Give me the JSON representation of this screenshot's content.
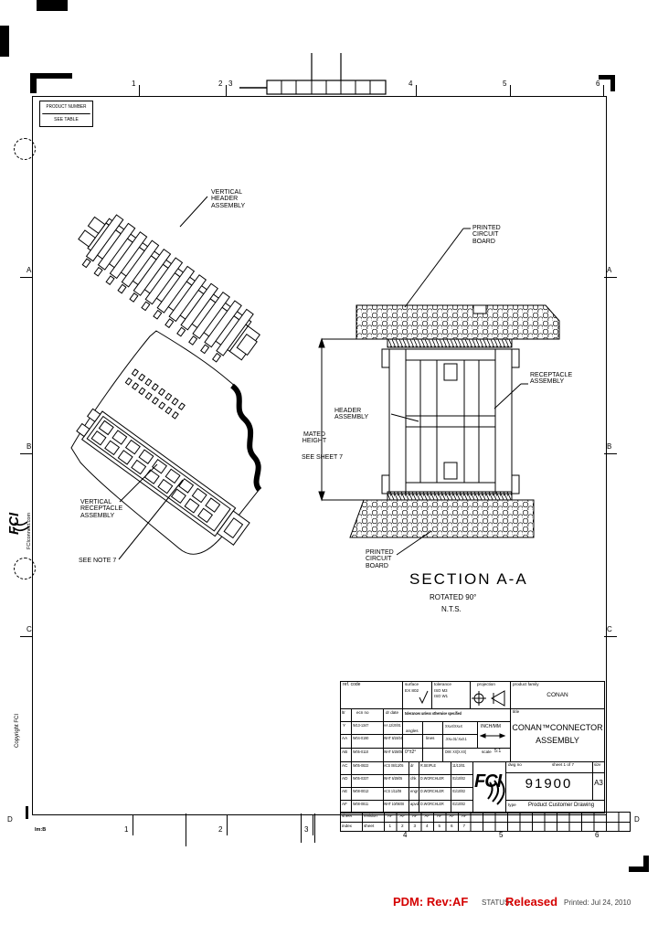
{
  "product_box": {
    "label": "PRODUCT NUMBER",
    "value": "SEE TABLE"
  },
  "rulers": {
    "top": [
      "1",
      "2",
      "3",
      "4",
      "5",
      "6"
    ],
    "bottom": [
      "1",
      "2",
      "3",
      "4",
      "5",
      "6"
    ],
    "left": [
      "A",
      "B",
      "C",
      "D"
    ],
    "right": [
      "A",
      "B",
      "C",
      "D"
    ],
    "form_code": "Im:B"
  },
  "margin": {
    "logo_text": "FCI",
    "site": "FCIconnect.com",
    "copyright": "Copyright FCI"
  },
  "labels": {
    "vertical_header": [
      "VERTICAL",
      "HEADER",
      "ASSEMBLY"
    ],
    "vertical_receptacle": [
      "VERTICAL",
      "RECEPTACLE",
      "ASSEMBLY"
    ],
    "see_note": "SEE NOTE 7",
    "pcb_top": [
      "PRINTED",
      "CIRCUIT",
      "BOARD"
    ],
    "pcb_bottom": [
      "PRINTED",
      "CIRCUIT",
      "BOARD"
    ],
    "header_assembly": [
      "HEADER",
      "ASSEMBLY"
    ],
    "receptacle_assembly": [
      "RECEPTACLE",
      "ASSEMBLY"
    ],
    "mated_height": [
      "MATED",
      "HEIGHT"
    ],
    "see_sheet": "SEE SHEET 7",
    "section_title": "SECTION A-A",
    "section_rotated": "ROTATED 90°",
    "section_nts": "N.T.S."
  },
  "title_block": {
    "ref_code_label": "ref. code",
    "surface_label": "surface",
    "surface_value": "EX 802",
    "tolerance_label": "tolerance",
    "tolerance_line1": "ISO M3",
    "tolerance_line2": "ISO W1",
    "projection_label": "projection",
    "product_family_label": "product family",
    "product_family": "CONAN",
    "title_label": "title",
    "title_line1": "CONAN™CONNECTOR",
    "title_line2": "ASSEMBLY",
    "ltr_label": "ltr",
    "ecn_label": "ecn no",
    "dr_date_label": "dr  date",
    "tol_banner": "tolerances unless otherwise specified",
    "angles_label": "angles",
    "lines_label": "lines",
    "tol_value1": "XX±X/XX±X",
    "tol_units": "INCH/MM",
    "tol_value2": ".XX±.01/.X±0.1",
    "dim_value": "DIM: XX[X.XX]",
    "scale_label": "scale",
    "scale_value": "5:1",
    "angle_tol": "0°±2°",
    "revisions_upper": [
      {
        "ltr": "Y",
        "ecn": "W13-1347",
        "by": "AA 12/20/01"
      },
      {
        "ltr": "AA",
        "ecn": "W04-0190",
        "by": "WHT 8/24/04"
      },
      {
        "ltr": "AB",
        "ecn": "W05-0110",
        "by": "WHT 5/28/05"
      }
    ],
    "revisions_lower": [
      {
        "ltr": "AC",
        "ecn": "W05-0822",
        "by": "ACS 08/12/05",
        "role": "dr",
        "name": "R.SEIPLE",
        "date": "11/13/01"
      },
      {
        "ltr": "AD",
        "ecn": "W05-0337",
        "by": "WHT 6/28/05",
        "role": "chk",
        "name": "D.WORCHLER",
        "date": "01/10/02"
      },
      {
        "ltr": "AE",
        "ecn": "W08-0012",
        "by": "ACS 1/11/08",
        "role": "engr",
        "name": "D.WORCHLER",
        "date": "01/10/02"
      },
      {
        "ltr": "AF",
        "ecn": "W08-0811",
        "by": "WHT 10/06/08",
        "role": "apvd",
        "name": "D.WORCHLER",
        "date": "01/10/02"
      }
    ],
    "logo_text": "FCI",
    "dwg_no_label": "dwg no",
    "sheet_of_label": "sheet  1 of 7",
    "size_label": "size",
    "dwg_no": "91900",
    "size_value": "A3",
    "type_label": "type",
    "type_value": "Product Customer Drawing"
  },
  "sheet_index": {
    "col1_row1": "sheet",
    "col1_row2": "index",
    "col2_row1": "revision",
    "col2_row2": "sheet",
    "revisions": [
      "AF",
      "AF",
      "AF",
      "AF",
      "AF",
      "AF",
      "AF"
    ],
    "sheets": [
      "1",
      "2",
      "3",
      "4",
      "5",
      "6",
      "7"
    ]
  },
  "footer": {
    "pdm": "PDM: Rev:AF",
    "status_label": "STATUS:",
    "status_value": "Released",
    "printed": "Printed: Jul 24, 2010"
  },
  "colors": {
    "accent_red": "#d40000",
    "ink": "#000000"
  }
}
